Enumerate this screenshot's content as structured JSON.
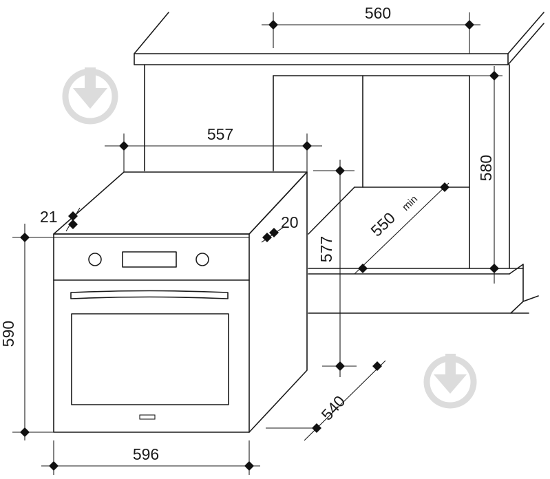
{
  "dimensions": {
    "niche_width": "560",
    "oven_depth_top": "557",
    "niche_height": "580",
    "inner_depth": "550",
    "inner_depth_suffix": "min",
    "inner_height": "577",
    "front_offset_21": "21",
    "side_offset_20": "20",
    "oven_height": "590",
    "oven_width": "596",
    "oven_depth": "540"
  },
  "icons": {
    "watermark": "download-arrow-icon"
  }
}
